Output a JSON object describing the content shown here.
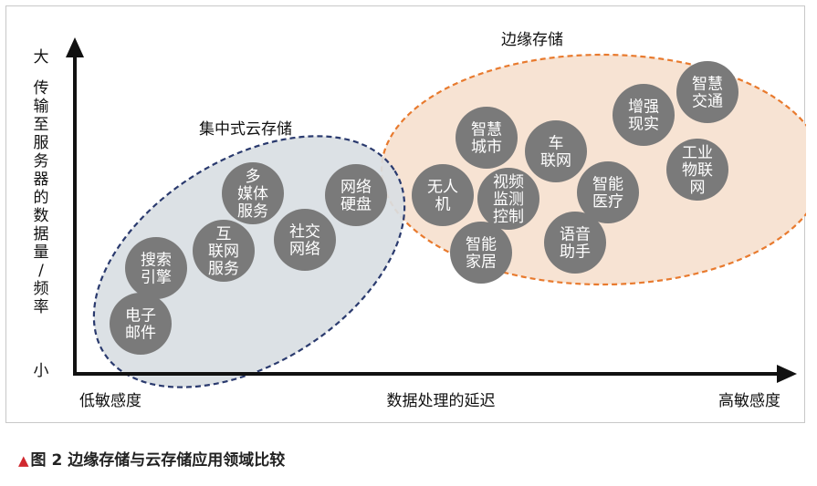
{
  "y_axis": {
    "top": "大",
    "label": "传输至服务器的数据量/频率",
    "bottom": "小"
  },
  "x_axis": {
    "left": "低敏感度",
    "label": "数据处理的延迟",
    "right": "高敏感度"
  },
  "regions": {
    "central": {
      "label": "集中式云存储",
      "color": "#2a3a6e",
      "fill": "#d9dee3"
    },
    "edge": {
      "label": "边缘存储",
      "color": "#e87a2e",
      "fill": "#f7e3d3"
    }
  },
  "circles": [
    {
      "key": "email",
      "lines": [
        "电子",
        "邮件"
      ]
    },
    {
      "key": "search",
      "lines": [
        "搜索",
        "引擎"
      ]
    },
    {
      "key": "internet",
      "lines": [
        "互",
        "联网",
        "服务"
      ]
    },
    {
      "key": "media",
      "lines": [
        "多",
        "媒体",
        "服务"
      ]
    },
    {
      "key": "social",
      "lines": [
        "社交",
        "网络"
      ]
    },
    {
      "key": "netdisk",
      "lines": [
        "网络",
        "硬盘"
      ]
    },
    {
      "key": "drone",
      "lines": [
        "无人",
        "机"
      ]
    },
    {
      "key": "smartcity",
      "lines": [
        "智慧",
        "城市"
      ]
    },
    {
      "key": "video",
      "lines": [
        "视频",
        "监测",
        "控制"
      ]
    },
    {
      "key": "smarthome",
      "lines": [
        "智能",
        "家居"
      ]
    },
    {
      "key": "iov",
      "lines": [
        "车",
        "联网"
      ]
    },
    {
      "key": "voice",
      "lines": [
        "语音",
        "助手"
      ]
    },
    {
      "key": "medical",
      "lines": [
        "智能",
        "医疗"
      ]
    },
    {
      "key": "ar",
      "lines": [
        "增强",
        "现实"
      ]
    },
    {
      "key": "traffic",
      "lines": [
        "智慧",
        "交通"
      ]
    },
    {
      "key": "iiot",
      "lines": [
        "工业",
        "物联",
        "网"
      ]
    }
  ],
  "colors": {
    "circle": "#7a7a7a",
    "circle_text": "#ffffff",
    "axis": "#111111",
    "caption_marker": "#d0282e"
  },
  "caption": {
    "marker": "▲",
    "text": "图 2  边缘存储与云存储应用领域比较"
  }
}
